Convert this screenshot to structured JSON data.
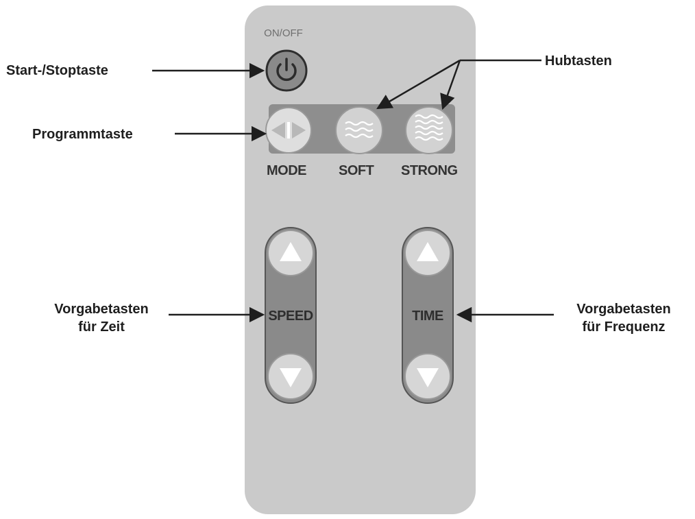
{
  "remote": {
    "onoff_label": "ON/OFF",
    "mode_label": "MODE",
    "soft_label": "SOFT",
    "strong_label": "STRONG",
    "speed_label": "SPEED",
    "time_label": "TIME"
  },
  "callouts": {
    "start_stop": "Start-/Stoptaste",
    "program": "Programmtaste",
    "stroke": "Hubtasten",
    "left_setting_line1": "Vorgabetasten",
    "left_setting_line2": "für Zeit",
    "right_setting_line1": "Vorgabetasten",
    "right_setting_line2": "für Frequenz"
  },
  "icons": {
    "power": "power-icon",
    "mode": "mode-icon",
    "soft": "soft-wave-icon",
    "strong": "strong-wave-icon",
    "up": "triangle-up-icon",
    "down": "triangle-down-icon"
  }
}
